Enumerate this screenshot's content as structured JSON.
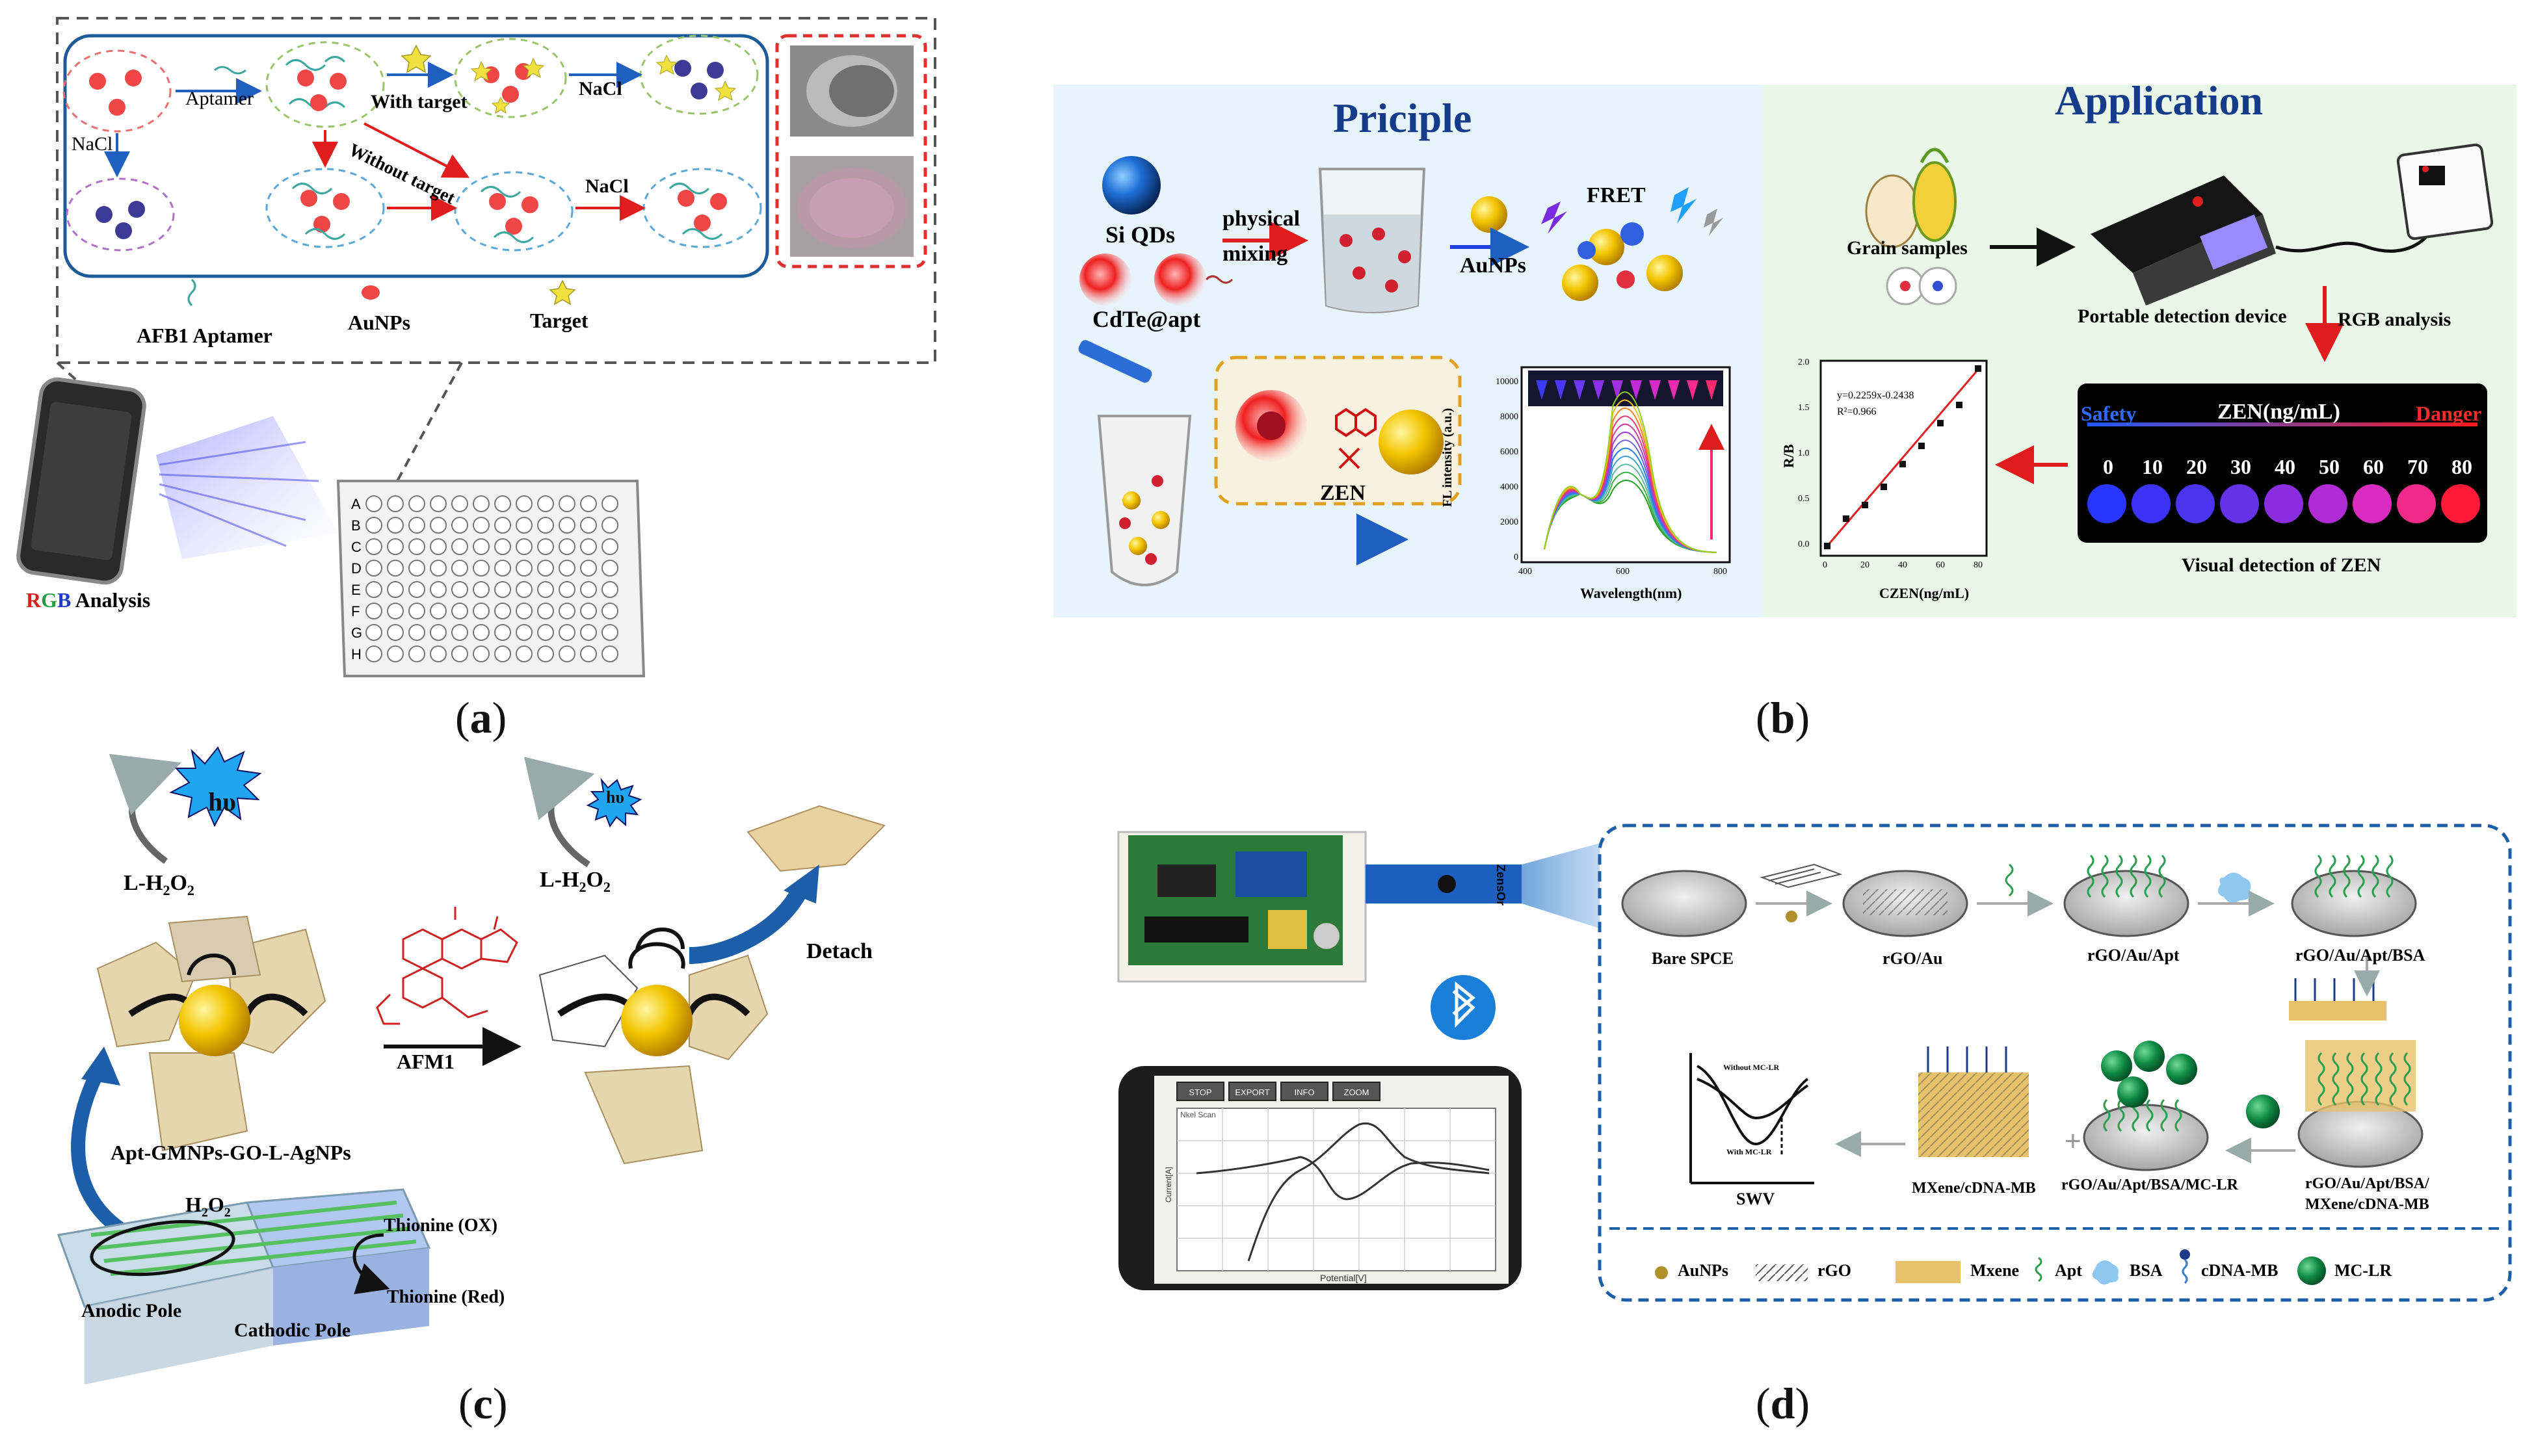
{
  "panels": [
    {
      "letter": "a"
    },
    {
      "letter": "b"
    },
    {
      "letter": "c"
    },
    {
      "letter": "d"
    }
  ],
  "panel_a": {
    "aptamer": "Aptamer",
    "with_target": "With target",
    "without_target": "Without target",
    "nacl_left": "NaCl",
    "nacl_top": "NaCl",
    "nacl_mid": "NaCl",
    "legend_aptamer": "AFB1 Aptamer",
    "legend_aunps": "AuNPs",
    "legend_target": "Target",
    "rgb_r": "R",
    "rgb_g": "G",
    "rgb_b": "B",
    "rgb_rest": " Analysis",
    "plate_rows": [
      "A",
      "B",
      "C",
      "D",
      "E",
      "F",
      "G",
      "H"
    ]
  },
  "panel_b": {
    "principle_title": "Priciple",
    "application_title": "Application",
    "si_qds": "Si QDs",
    "cdte_apt": "CdTe@apt",
    "physical_mixing_1": "physical",
    "physical_mixing_2": "mixing",
    "aunps": "AuNPs",
    "fret": "FRET",
    "zen": "ZEN",
    "fl_ylabel": "FL intensity (a.u.)",
    "fl_xlabel": "Wavelength(nm)",
    "fl_yticks": [
      "0",
      "2000",
      "4000",
      "6000",
      "8000",
      "10000"
    ],
    "fl_xticks": [
      "400",
      "600",
      "800"
    ],
    "grain_samples": "Grain samples",
    "portable_device": "Portable detection device",
    "rgb_analysis": "RGB analysis",
    "safety": "Safety",
    "zen_unit": "ZEN(ng/mL)",
    "danger": "Danger",
    "conc_values": [
      "0",
      "10",
      "20",
      "30",
      "40",
      "50",
      "60",
      "70",
      "80"
    ],
    "visual_detection": "Visual detection of ZEN",
    "cal_equation": "y=0.2259x-0.2438",
    "cal_r2": "R²=0.966",
    "cal_ylabel": "R/B",
    "cal_xlabel": "CZEN(ng/mL)",
    "cal_xticks": [
      "0",
      "20",
      "40",
      "60",
      "80"
    ],
    "cal_yticks": [
      "0.0",
      "0.5",
      "1.0",
      "1.5",
      "2.0"
    ]
  },
  "panel_c": {
    "hv1": "hυ",
    "hv2": "hυ",
    "lh2o2_1": "L-H",
    "lh2o2_2": "L-H",
    "afm1": "AFM1",
    "detach": "Detach",
    "complex": "Apt-GMNPs-GO-L-AgNPs",
    "h2o2": "H",
    "thionine_ox": "Thionine (OX)",
    "thionine_red": "Thionine (Red)",
    "anodic": "Anodic Pole",
    "cathodic": "Cathodic Pole"
  },
  "panel_d": {
    "device_label": "ZensOr",
    "buttons": [
      "STOP",
      "EXPORT",
      "INFO",
      "ZOOM"
    ],
    "scan_label": "Nkel Scan",
    "xaxis": "Potential[V]",
    "yaxis": "Current[A]",
    "bare": "Bare SPCE",
    "rgo_au": "rGO/Au",
    "rgo_au_apt": "rGO/Au/Apt",
    "rgo_au_apt_bsa": "rGO/Au/Apt/BSA",
    "stack_1": "rGO/Au/Apt/BSA/",
    "stack_2": "MXene/cDNA-MB",
    "mclr": "rGO/Au/Apt/BSA/MC-LR",
    "mxene_cdna": "MXene/cDNA-MB",
    "swv": "SWV",
    "without_mclr": "Without MC-LR",
    "with_mclr": "With MC-LR",
    "legend": [
      "AuNPs",
      "rGO",
      "Mxene",
      "Apt",
      "BSA",
      "cDNA-MB",
      "MC-LR"
    ]
  }
}
